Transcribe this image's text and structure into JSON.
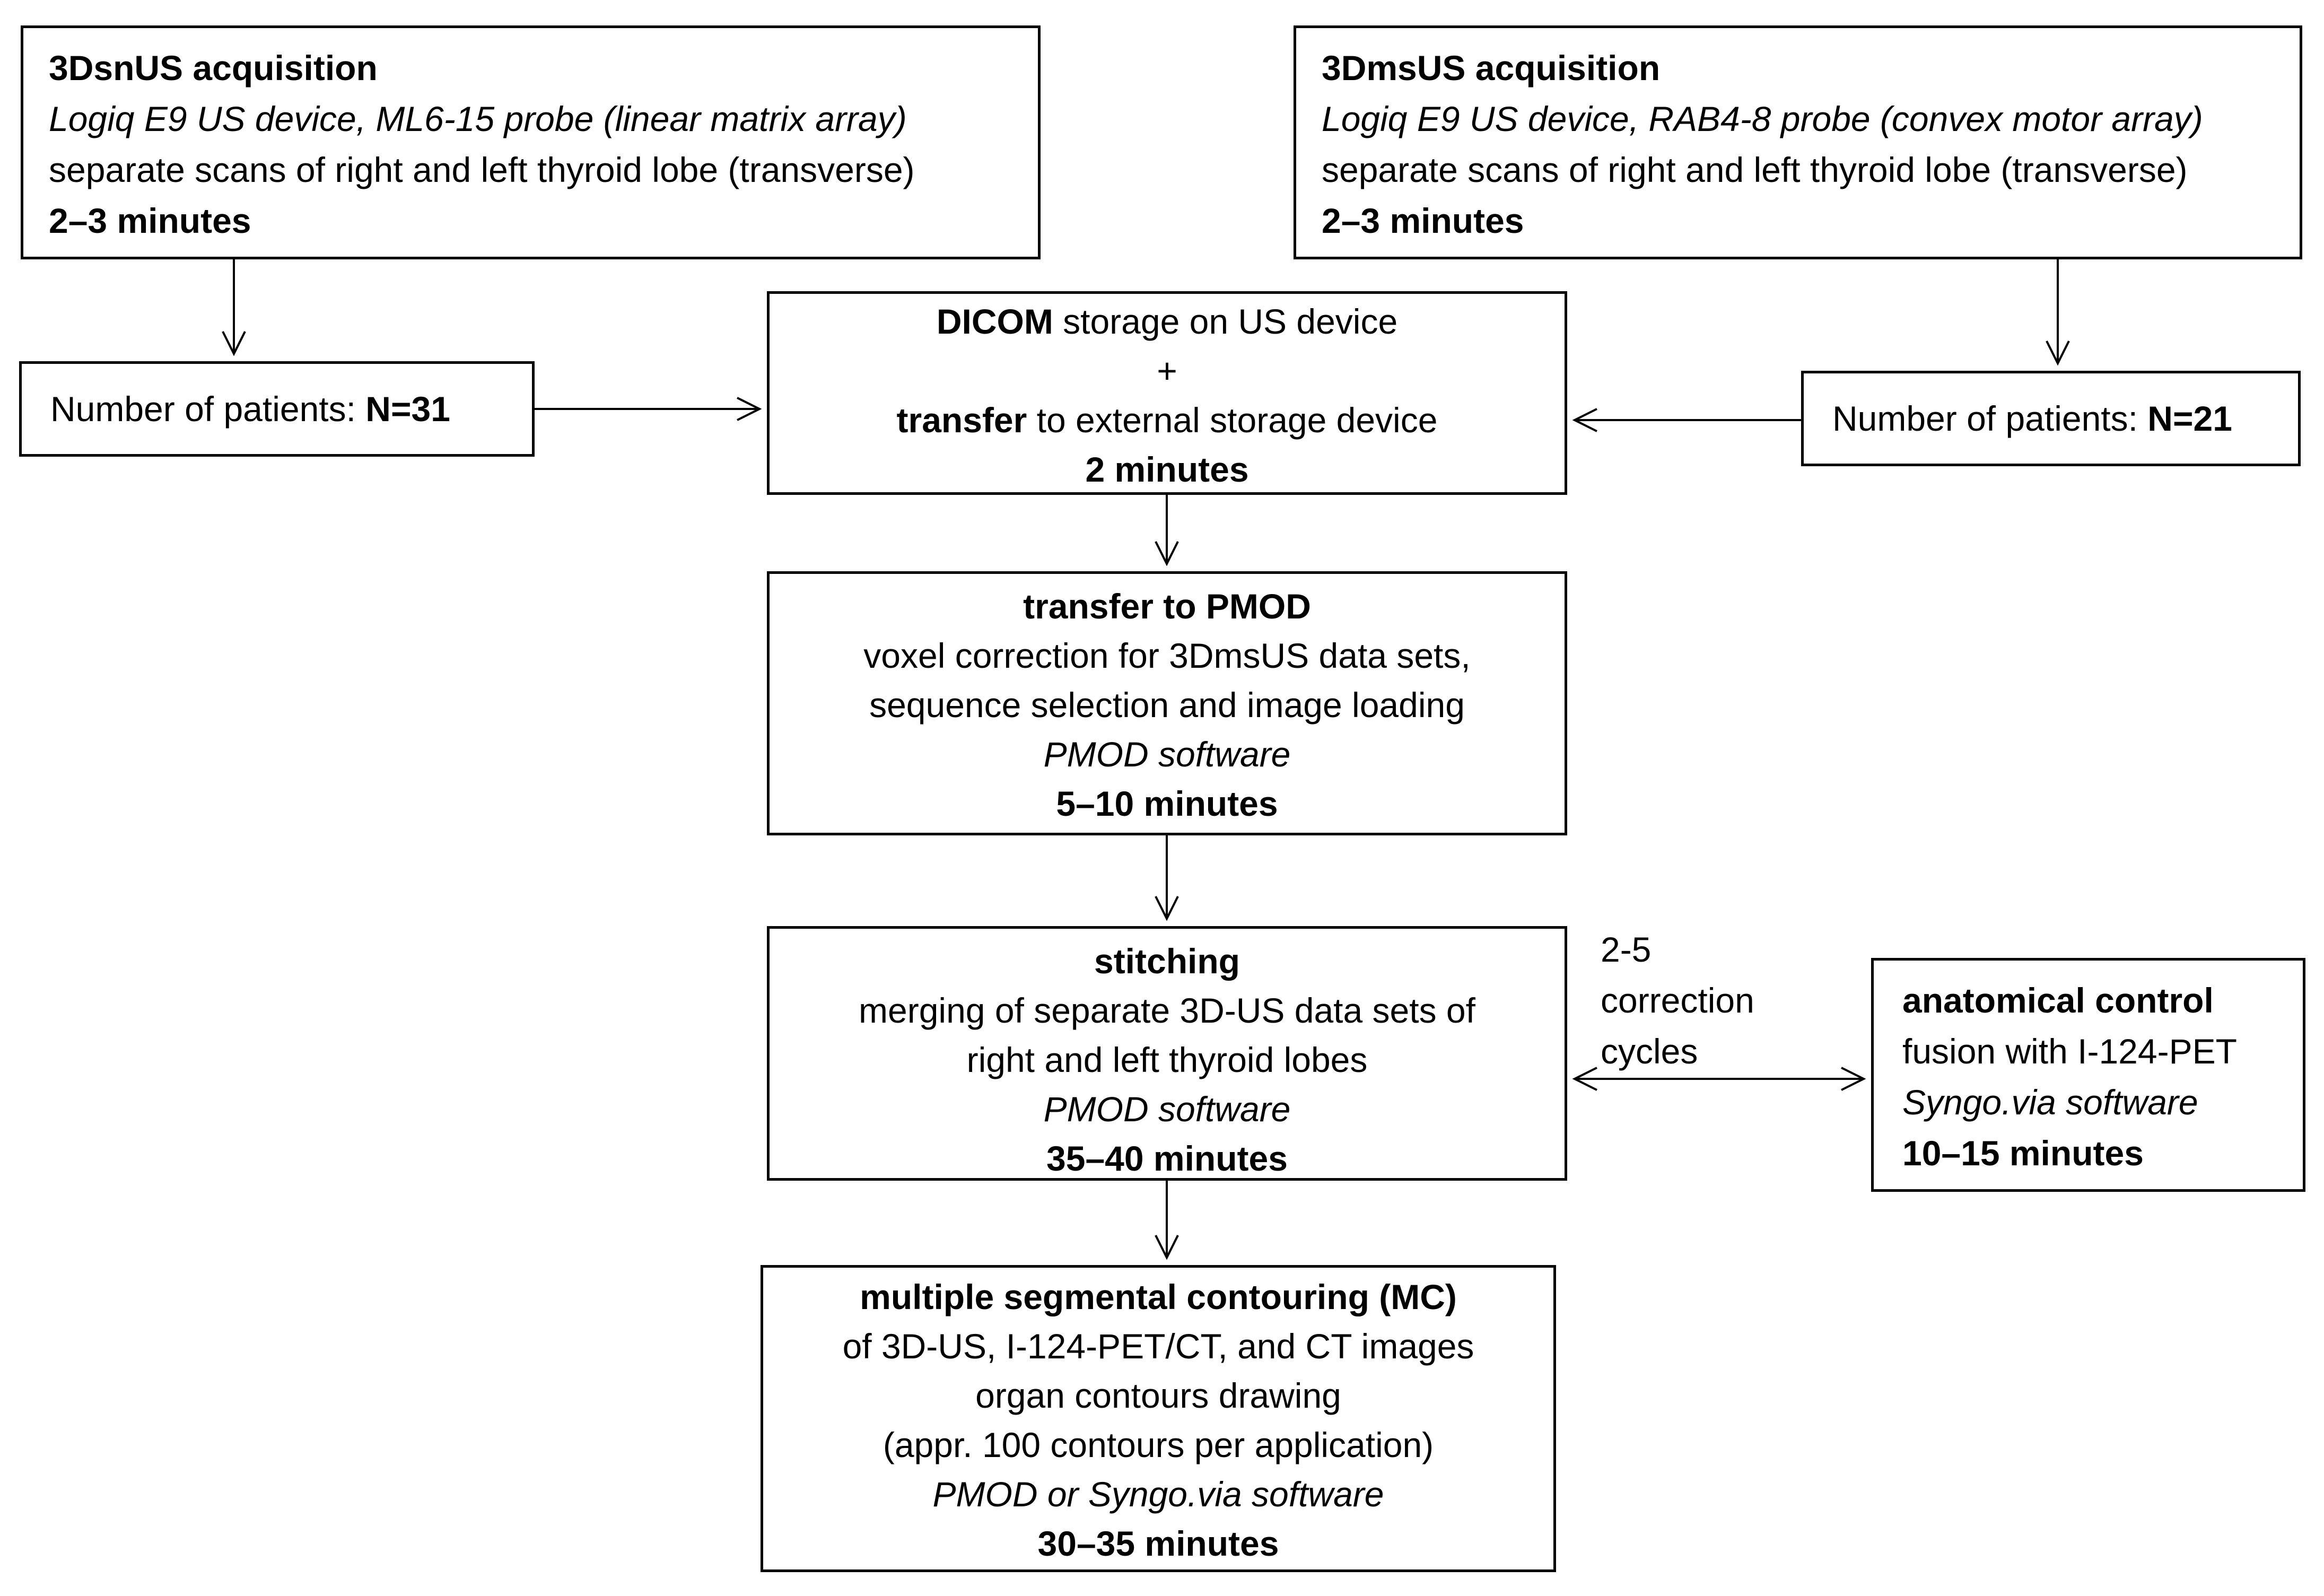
{
  "diagram": {
    "background": "#ffffff",
    "line_color": "#000000",
    "boxes": {
      "acq_sn": {
        "lines": [
          {
            "segments": [
              {
                "text": "3DsnUS acquisition",
                "style": "bold"
              }
            ]
          },
          {
            "segments": [
              {
                "text": "Logiq E9 US device, ML6-15 probe (linear matrix array)",
                "style": "italic"
              }
            ]
          },
          {
            "segments": [
              {
                "text": "separate scans of right and left thyroid lobe (transverse)",
                "style": "normal"
              }
            ]
          },
          {
            "segments": [
              {
                "text": "2–3 minutes",
                "style": "bold"
              }
            ]
          }
        ]
      },
      "acq_ms": {
        "lines": [
          {
            "segments": [
              {
                "text": "3DmsUS acquisition",
                "style": "bold"
              }
            ]
          },
          {
            "segments": [
              {
                "text": "Logiq E9 US device, RAB4-8 probe (convex motor array)",
                "style": "italic"
              }
            ]
          },
          {
            "segments": [
              {
                "text": "separate scans of right and left thyroid lobe (transverse)",
                "style": "normal"
              }
            ]
          },
          {
            "segments": [
              {
                "text": "2–3 minutes",
                "style": "bold"
              }
            ]
          }
        ]
      },
      "patients_sn": {
        "lines": [
          {
            "segments": [
              {
                "text": "Number of patients: ",
                "style": "normal"
              },
              {
                "text": "N=31",
                "style": "bold"
              }
            ]
          }
        ]
      },
      "patients_ms": {
        "lines": [
          {
            "segments": [
              {
                "text": "Number of patients: ",
                "style": "normal"
              },
              {
                "text": "N=21",
                "style": "bold"
              }
            ]
          }
        ]
      },
      "dicom": {
        "lines": [
          {
            "segments": [
              {
                "text": "DICOM",
                "style": "bold"
              },
              {
                "text": " storage on US device",
                "style": "normal"
              }
            ]
          },
          {
            "segments": [
              {
                "text": "+",
                "style": "normal"
              }
            ]
          },
          {
            "segments": [
              {
                "text": "transfer",
                "style": "bold"
              },
              {
                "text": " to external storage device",
                "style": "normal"
              }
            ]
          },
          {
            "segments": [
              {
                "text": "2 minutes",
                "style": "bold"
              }
            ]
          }
        ]
      },
      "pmod_transfer": {
        "lines": [
          {
            "segments": [
              {
                "text": "transfer to PMOD",
                "style": "bold"
              }
            ]
          },
          {
            "segments": [
              {
                "text": "voxel correction for 3DmsUS data sets,",
                "style": "normal"
              }
            ]
          },
          {
            "segments": [
              {
                "text": "sequence selection and image loading",
                "style": "normal"
              }
            ]
          },
          {
            "segments": [
              {
                "text": "PMOD software",
                "style": "italic"
              }
            ]
          },
          {
            "segments": [
              {
                "text": "5–10 minutes",
                "style": "bold"
              }
            ]
          }
        ]
      },
      "stitching": {
        "lines": [
          {
            "segments": [
              {
                "text": "stitching",
                "style": "bold"
              }
            ]
          },
          {
            "segments": [
              {
                "text": "merging of separate 3D-US data sets of",
                "style": "normal"
              }
            ]
          },
          {
            "segments": [
              {
                "text": "right and left thyroid lobes",
                "style": "normal"
              }
            ]
          },
          {
            "segments": [
              {
                "text": "PMOD software",
                "style": "italic"
              }
            ]
          },
          {
            "segments": [
              {
                "text": "35–40 minutes",
                "style": "bold"
              }
            ]
          }
        ]
      },
      "anatomical": {
        "lines": [
          {
            "segments": [
              {
                "text": "anatomical control",
                "style": "bold"
              }
            ]
          },
          {
            "segments": [
              {
                "text": "fusion with I-124-PET",
                "style": "normal"
              }
            ]
          },
          {
            "segments": [
              {
                "text": "Syngo.via software",
                "style": "italic"
              }
            ]
          },
          {
            "segments": [
              {
                "text": "10–15 minutes",
                "style": "bold"
              }
            ]
          }
        ]
      },
      "contouring": {
        "lines": [
          {
            "segments": [
              {
                "text": "multiple segmental contouring (MC)",
                "style": "bold"
              }
            ]
          },
          {
            "segments": [
              {
                "text": "of 3D-US, I-124-PET/CT, and CT images",
                "style": "normal"
              }
            ]
          },
          {
            "segments": [
              {
                "text": "organ contours drawing",
                "style": "normal"
              }
            ]
          },
          {
            "segments": [
              {
                "text": "(appr. 100 contours per application)",
                "style": "normal"
              }
            ]
          },
          {
            "segments": [
              {
                "text": "PMOD or Syngo.via software",
                "style": "italic"
              }
            ]
          },
          {
            "segments": [
              {
                "text": "30–35 minutes",
                "style": "bold"
              }
            ]
          }
        ]
      }
    },
    "labels": {
      "correction_cycles": {
        "lines": [
          "2-5",
          "correction",
          "cycles"
        ]
      }
    }
  }
}
